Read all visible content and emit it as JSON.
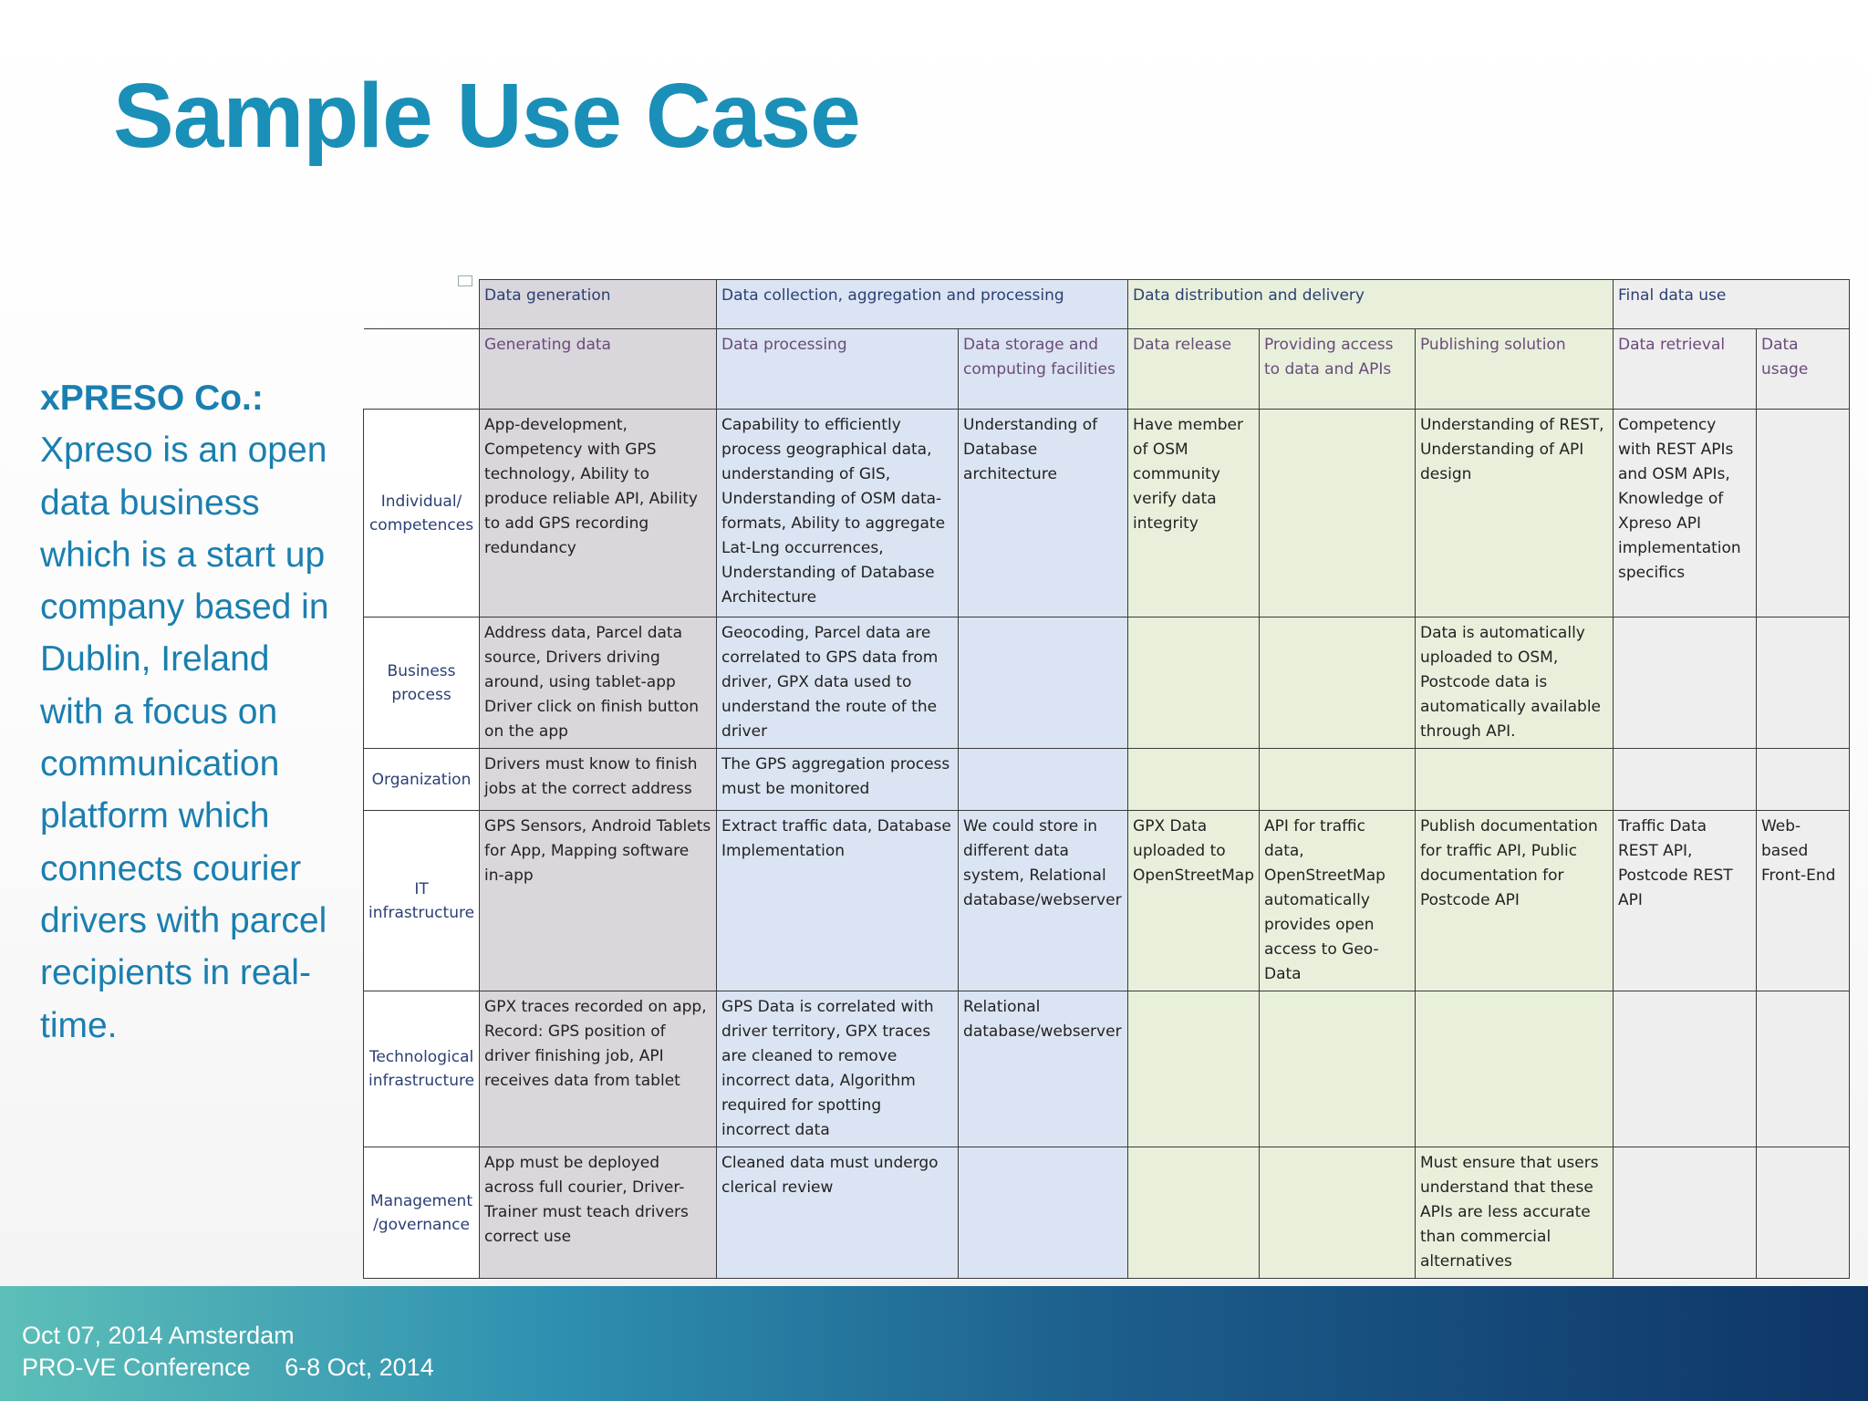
{
  "slide": {
    "title": "Sample Use Case",
    "company": "xPRESO Co.:",
    "description": "Xpreso is an open data business which is a start up company based in Dublin, Ireland with a focus on communication platform which connects courier drivers with parcel recipients in real-time."
  },
  "table": {
    "stages": {
      "generation": "Data generation",
      "collection": "Data collection, aggregation and processing",
      "distribution": "Data distribution and delivery",
      "final": "Final data use"
    },
    "subheaders": [
      "Generating data",
      "Data processing",
      "Data storage and computing facilities",
      "Data release",
      "Providing access to data and APIs",
      "Publishing solution",
      "Data retrieval",
      "Data usage"
    ],
    "rows": [
      {
        "label": "Individual/ competences",
        "cells": [
          "App-development, Competency with GPS technology, Ability to produce reliable API, Ability to add GPS recording redundancy",
          "Capability to efficiently process geographical data, understanding of GIS, Understanding of OSM data-formats, Ability to aggregate Lat-Lng occurrences, Understanding of Database Architecture",
          "Understanding of Database architecture",
          "Have member of OSM community verify data integrity",
          "",
          "Understanding of REST, Understanding of API design",
          "Competency with REST APIs and OSM APIs, Knowledge of Xpreso API implementation specifics",
          ""
        ]
      },
      {
        "label": "Business process",
        "cells": [
          "Address data, Parcel data source, Drivers driving around, using tablet-app Driver click on finish button on the app",
          "Geocoding, Parcel data are correlated to GPS data from driver, GPX data used to understand the route of the driver",
          "",
          "",
          "",
          "Data is automatically uploaded to OSM, Postcode data is automatically available through API.",
          "",
          ""
        ]
      },
      {
        "label": "Organization",
        "cells": [
          "Drivers must know to finish jobs at the correct address",
          "The GPS aggregation process must be monitored",
          "",
          "",
          "",
          "",
          "",
          ""
        ]
      },
      {
        "label": "IT infrastructure",
        "cells": [
          "GPS Sensors, Android Tablets for App, Mapping software in-app",
          "Extract traffic data, Database Implementation",
          "We could store in different data system, Relational database/webserver",
          "GPX Data uploaded to OpenStreetMap",
          "API for traffic data, OpenStreetMap automatically provides open access to Geo-Data",
          "Publish documentation for traffic API, Public documentation for Postcode API",
          "Traffic Data REST API, Postcode REST API",
          "Web-based Front-End"
        ]
      },
      {
        "label": "Technological infrastructure",
        "cells": [
          "GPX traces recorded on app, Record: GPS position of driver finishing job, API receives data from tablet",
          "GPS Data is correlated with driver territory, GPX traces are cleaned to remove incorrect data, Algorithm required for spotting incorrect data",
          "Relational database/webserver",
          "",
          "",
          "",
          "",
          ""
        ]
      },
      {
        "label": "Management /governance",
        "cells": [
          "App must be deployed across full courier, Driver-Trainer must teach drivers correct use",
          "Cleaned data must undergo clerical review",
          "",
          "",
          "",
          "Must ensure that users understand that these APIs are less accurate than commercial alternatives",
          "",
          ""
        ]
      }
    ]
  },
  "footer": {
    "line1": "Oct 07, 2014 Amsterdam",
    "line2": "PRO-VE Conference     6-8 Oct, 2014"
  },
  "colors": {
    "title": "#1a8fb8",
    "generation_bg": "#d9d6dc",
    "collection_bg": "#dbe4f2",
    "distribution_bg": "#e8f0dc",
    "final_bg": "#eeeeee"
  }
}
